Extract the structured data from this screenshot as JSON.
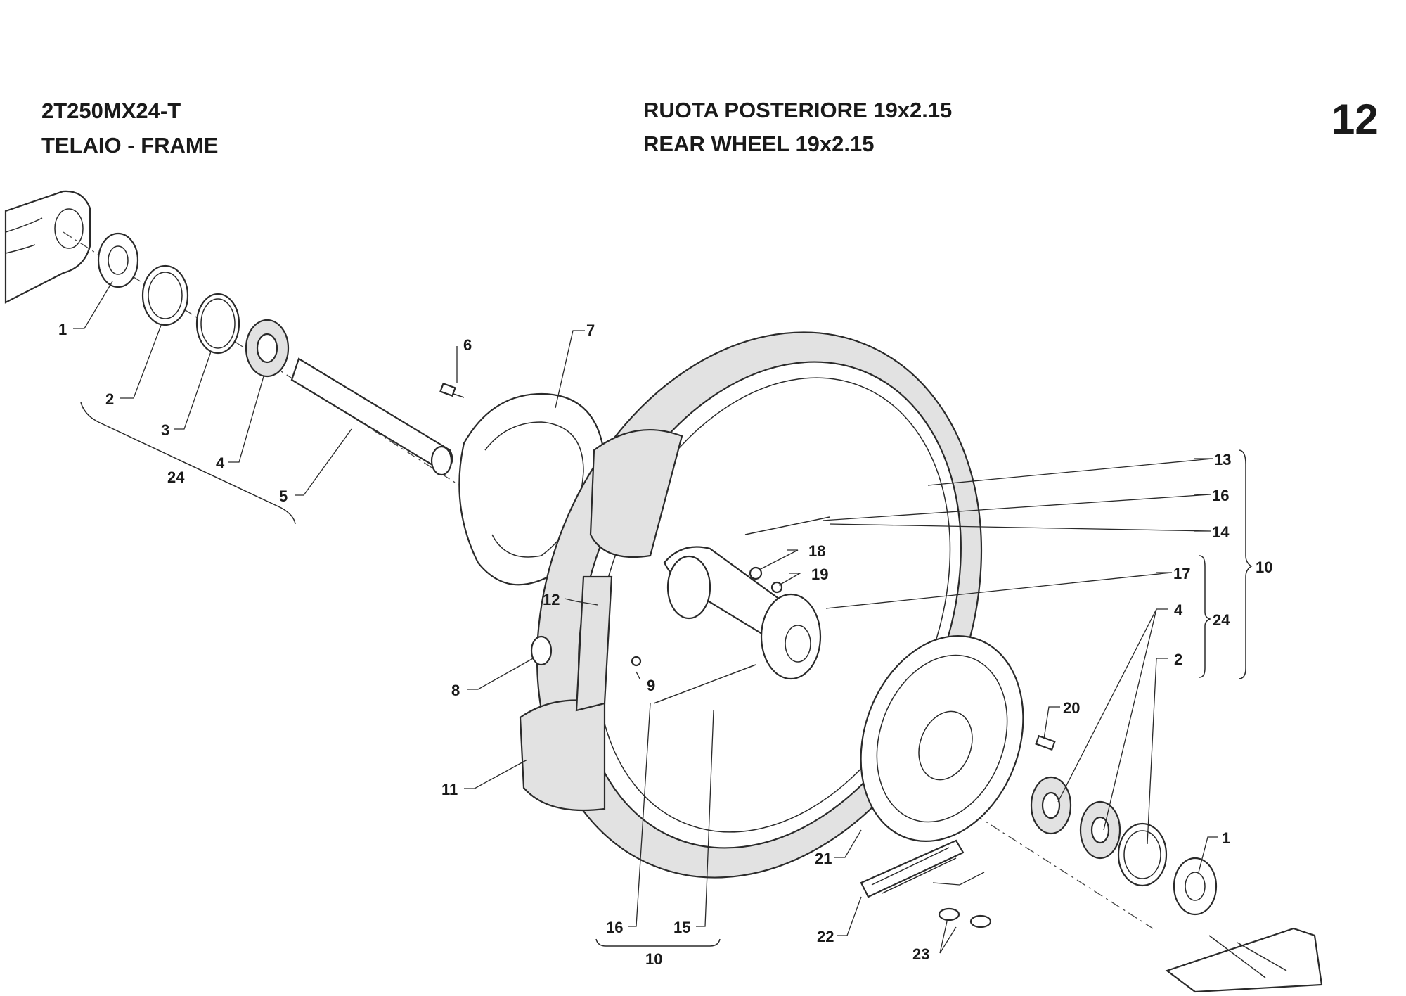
{
  "header": {
    "model": "2T250MX24-T",
    "frame": "TELAIO - FRAME",
    "title_it": "RUOTA POSTERIORE 19x2.15",
    "title_en": "REAR WHEEL 19x2.15",
    "page_number": "12"
  },
  "callouts": [
    {
      "id": "c1a",
      "label": "1"
    },
    {
      "id": "c2a",
      "label": "2"
    },
    {
      "id": "c3a",
      "label": "3"
    },
    {
      "id": "c4a",
      "label": "4"
    },
    {
      "id": "c24a",
      "label": "24"
    },
    {
      "id": "c5",
      "label": "5"
    },
    {
      "id": "c6",
      "label": "6"
    },
    {
      "id": "c7",
      "label": "7"
    },
    {
      "id": "c8",
      "label": "8"
    },
    {
      "id": "c9",
      "label": "9"
    },
    {
      "id": "c11",
      "label": "11"
    },
    {
      "id": "c12",
      "label": "12"
    },
    {
      "id": "c13",
      "label": "13"
    },
    {
      "id": "c16a",
      "label": "16"
    },
    {
      "id": "c14",
      "label": "14"
    },
    {
      "id": "c18",
      "label": "18"
    },
    {
      "id": "c19",
      "label": "19"
    },
    {
      "id": "c17",
      "label": "17"
    },
    {
      "id": "c10a",
      "label": "10"
    },
    {
      "id": "c4b",
      "label": "4"
    },
    {
      "id": "c24b",
      "label": "24"
    },
    {
      "id": "c2b",
      "label": "2"
    },
    {
      "id": "c20",
      "label": "20"
    },
    {
      "id": "c1b",
      "label": "1"
    },
    {
      "id": "c21",
      "label": "21"
    },
    {
      "id": "c22",
      "label": "22"
    },
    {
      "id": "c23",
      "label": "23"
    },
    {
      "id": "c16b",
      "label": "16"
    },
    {
      "id": "c15",
      "label": "15"
    },
    {
      "id": "c10b",
      "label": "10"
    }
  ]
}
